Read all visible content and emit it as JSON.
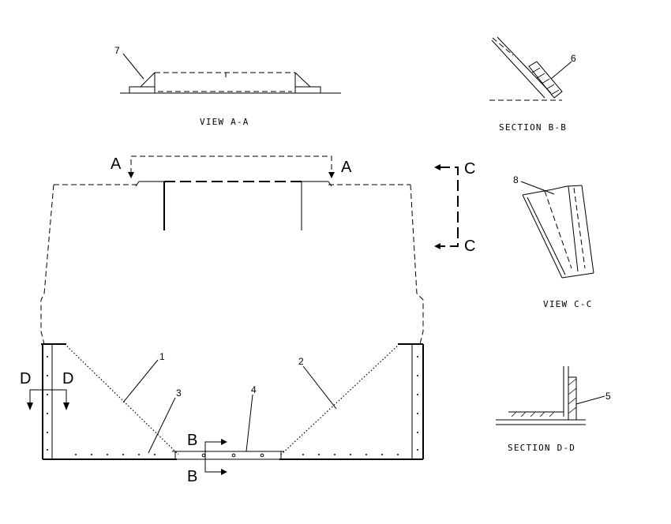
{
  "views": {
    "view_a": "VIEW A-A",
    "section_b": "SECTION B-B",
    "view_c": "VIEW C-C",
    "section_d": "SECTION D-D"
  },
  "section_markers": {
    "a_left": "A",
    "a_right": "A",
    "b_top": "B",
    "b_bottom": "B",
    "c_top": "C",
    "c_bottom": "C",
    "d_left": "D",
    "d_right": "D"
  },
  "callouts": {
    "c1": "1",
    "c2": "2",
    "c3": "3",
    "c4": "4",
    "c5": "5",
    "c6": "6",
    "c7": "7",
    "c8": "8"
  }
}
